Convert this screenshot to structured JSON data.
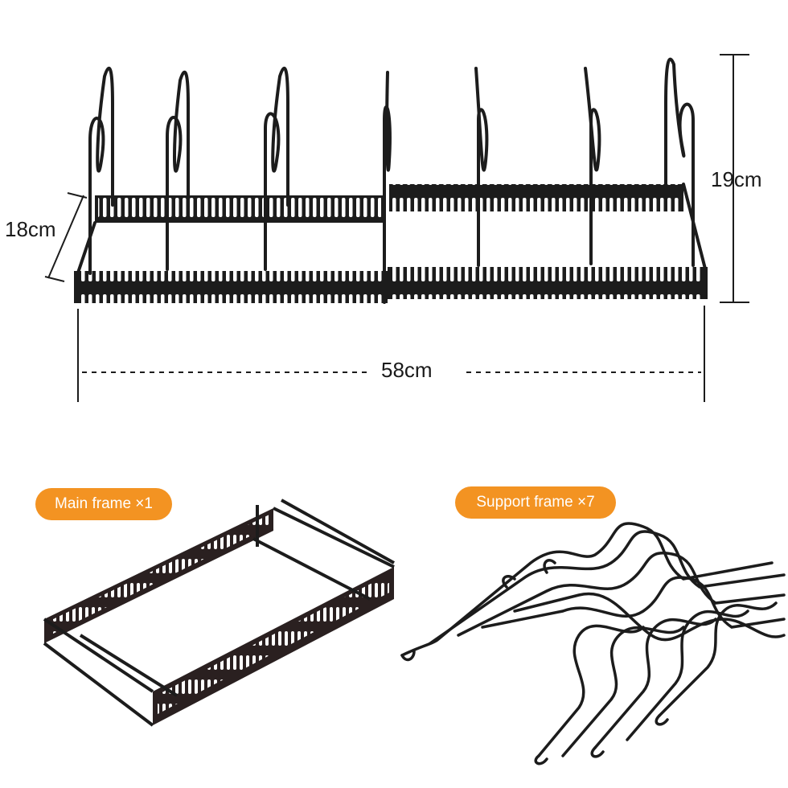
{
  "dimensions": {
    "depth": "18cm",
    "height": "19cm",
    "width": "58cm"
  },
  "parts": {
    "main_frame": "Main frame ×1",
    "support_frame": "Support frame ×7"
  },
  "colors": {
    "metal": "#1c1c1c",
    "badge": "#f39322",
    "background": "#ffffff"
  }
}
